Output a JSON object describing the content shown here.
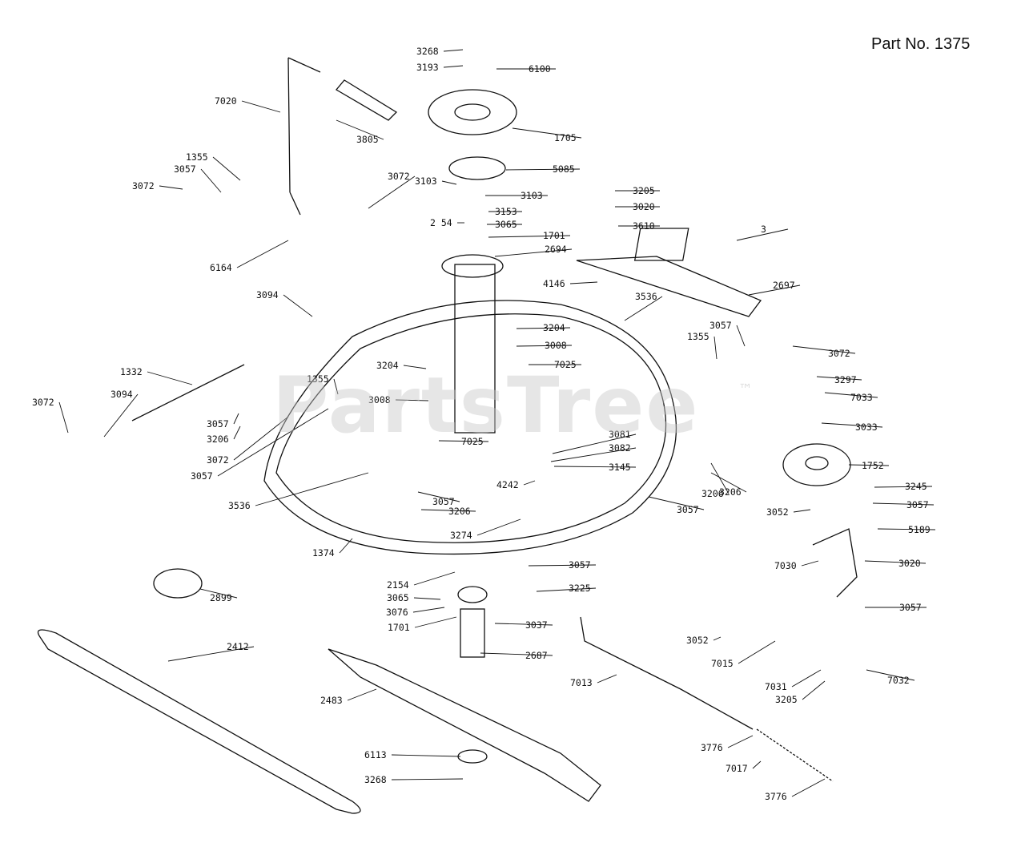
{
  "header": {
    "part_number": "Part No. 1375"
  },
  "watermark": {
    "brand": "PartsTree",
    "trademark": "™"
  },
  "diagram": {
    "title": "",
    "part_labels": [
      "3268",
      "3193",
      "6100",
      "7020",
      "3805",
      "1705",
      "5085",
      "1355",
      "3057",
      "3072",
      "3072",
      "3103",
      "3103",
      "3153",
      "2 54",
      "3065",
      "1701",
      "2694",
      "6164",
      "3094",
      "3205",
      "3020",
      "3610",
      "3",
      "2697",
      "4146",
      "3536",
      "3204",
      "3008",
      "7025",
      "1355",
      "3057",
      "3072",
      "3297",
      "7033",
      "3033",
      "1332",
      "3204",
      "3008",
      "1355",
      "3072",
      "3094",
      "3057",
      "3206",
      "3072",
      "3057",
      "7025",
      "3081",
      "3082",
      "3145",
      "4242",
      "3206",
      "3057",
      "3206",
      "1752",
      "3536",
      "3057",
      "3206",
      "3245",
      "3057",
      "3052",
      "5189",
      "3274",
      "3020",
      "7030",
      "1374",
      "2154",
      "3065",
      "3076",
      "1701",
      "3057",
      "3225",
      "3037",
      "2899",
      "3057",
      "3052",
      "7015",
      "2412",
      "2687",
      "7013",
      "7031",
      "3205",
      "7032",
      "2483",
      "3776",
      "6113",
      "3268",
      "7017",
      "3776"
    ]
  }
}
